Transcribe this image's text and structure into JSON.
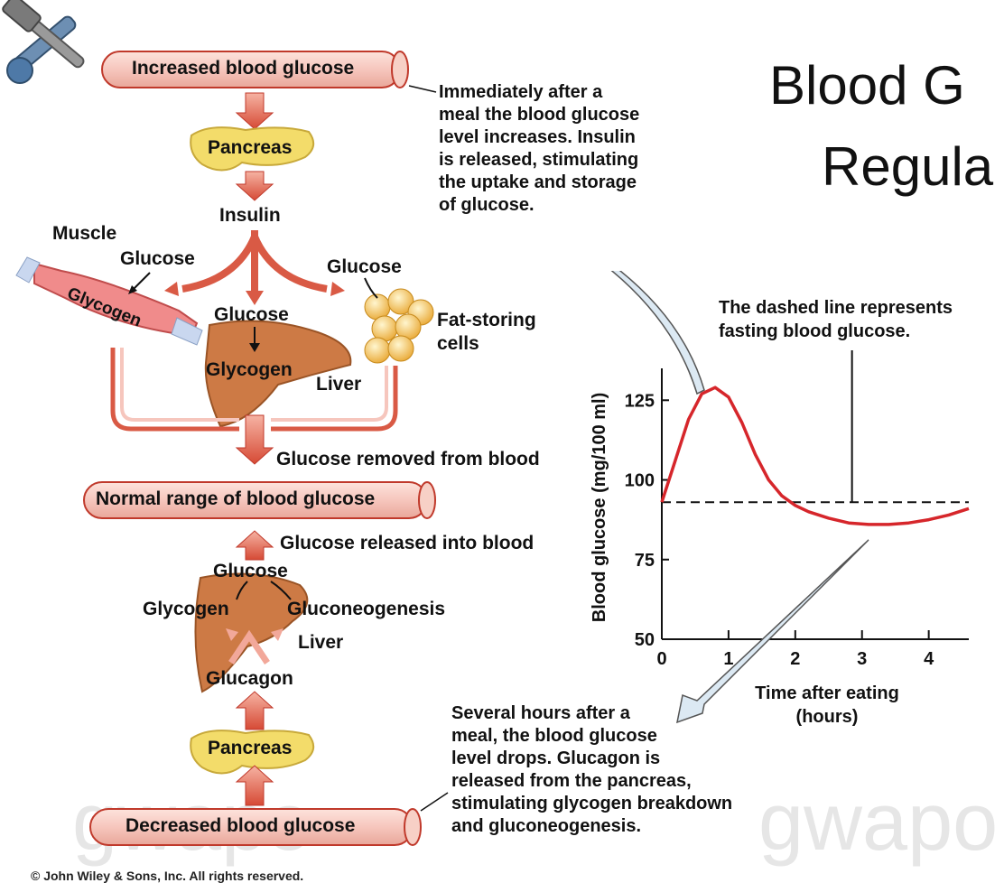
{
  "title": {
    "line1": "Blood G",
    "line2": "Regula"
  },
  "vessels": {
    "top": "Increased blood glucose",
    "middle": "Normal range of blood glucose",
    "bottom": "Decreased blood glucose"
  },
  "labels": {
    "pancreas_top": "Pancreas",
    "insulin": "Insulin",
    "muscle": "Muscle",
    "glucose_muscle": "Glucose",
    "glycogen_muscle": "Glycogen",
    "glucose_fat": "Glucose",
    "fat_cells": "Fat-storing\ncells",
    "glucose_liver": "Glucose",
    "glycogen_liver": "Glycogen",
    "liver_top": "Liver",
    "glucose_removed": "Glucose removed from blood",
    "glucose_released": "Glucose released into blood",
    "glucose_bottom": "Glucose",
    "glycogen_bottom": "Glycogen",
    "gluconeogenesis": "Gluconeogenesis",
    "liver_bottom": "Liver",
    "glucagon": "Glucagon",
    "pancreas_bottom": "Pancreas"
  },
  "notes": {
    "after_meal": "Immediately after a\nmeal the blood glucose\nlevel increases. Insulin\nis released, stimulating\nthe uptake and storage\nof glucose.",
    "hours_after": "Several hours after a\nmeal, the blood glucose\nlevel drops. Glucagon is\nreleased from the pancreas,\nstimulating glycogen breakdown\nand gluconeogenesis.",
    "dashed_line": "The dashed line represents\nfasting blood glucose."
  },
  "copyright": "© John Wiley & Sons, Inc. All rights reserved.",
  "watermark": "gwapo",
  "colors": {
    "curve": "#d6262b",
    "vessel_fill": "#f6c6bd",
    "vessel_stroke": "#c0392b",
    "arrow": "#d95a45",
    "liver": "#cd7a45",
    "pancreas": "#f3dc6a",
    "callout": "#dce9f3"
  },
  "chart_data": {
    "type": "line",
    "xlabel": "Time after eating\n(hours)",
    "ylabel": "Blood glucose (mg/100 ml)",
    "xlim": [
      0,
      4.6
    ],
    "ylim": [
      50,
      135
    ],
    "x_ticks": [
      0,
      1,
      2,
      3,
      4
    ],
    "y_ticks": [
      50,
      75,
      100,
      125
    ],
    "fasting_level": 93,
    "series": [
      {
        "x": [
          0,
          0.2,
          0.4,
          0.6,
          0.8,
          1.0,
          1.2,
          1.4,
          1.6,
          1.8,
          2.0,
          2.2,
          2.5,
          2.8,
          3.1,
          3.4,
          3.7,
          4.0,
          4.3,
          4.6
        ],
        "y": [
          93,
          106,
          119,
          127,
          129,
          126,
          118,
          108,
          100,
          95,
          92,
          90,
          88,
          86.5,
          86,
          86,
          86.5,
          87.5,
          89,
          91
        ]
      }
    ],
    "marker_x": 2.85,
    "grid": false
  }
}
